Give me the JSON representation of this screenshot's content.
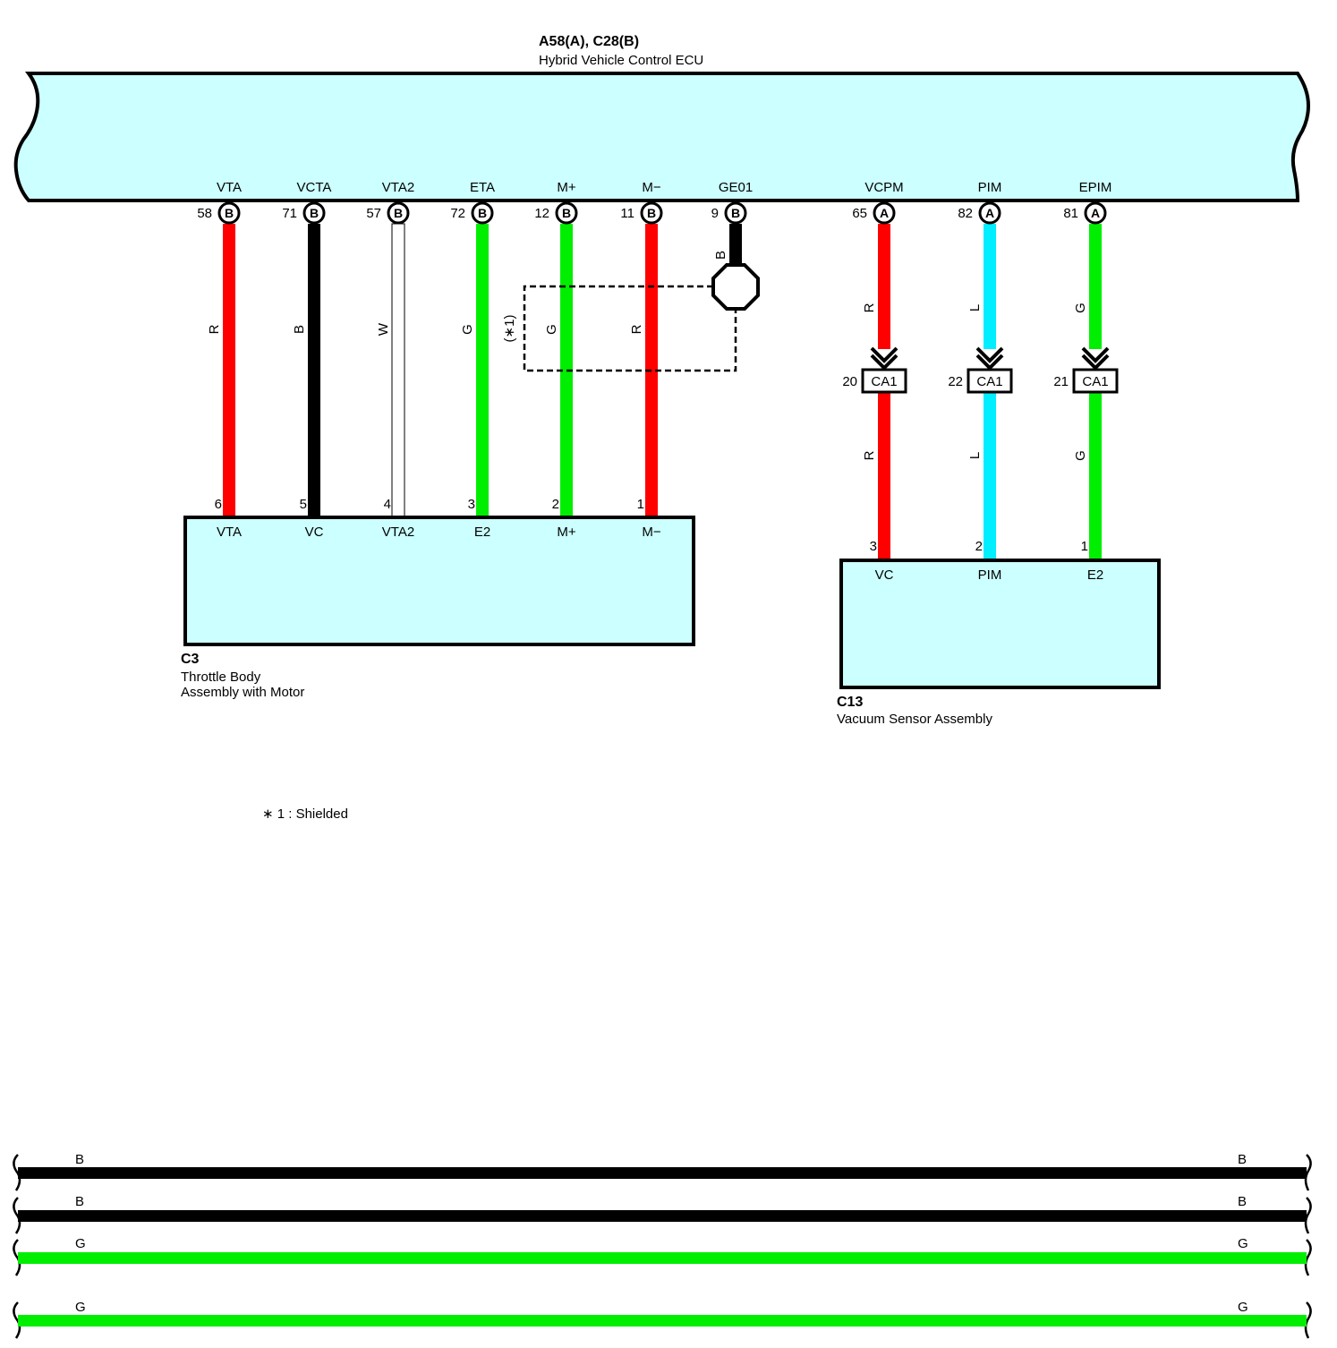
{
  "ecu": {
    "connector": "A58(A), C28(B)",
    "name": "Hybrid Vehicle Control ECU",
    "terminals": [
      {
        "name": "VTA",
        "pin": "58",
        "conn": "B",
        "wire": "R"
      },
      {
        "name": "VCTA",
        "pin": "71",
        "conn": "B",
        "wire": "B"
      },
      {
        "name": "VTA2",
        "pin": "57",
        "conn": "B",
        "wire": "W"
      },
      {
        "name": "ETA",
        "pin": "72",
        "conn": "B",
        "wire": "G"
      },
      {
        "name": "M+",
        "pin": "12",
        "conn": "B",
        "wire": "G"
      },
      {
        "name": "M−",
        "pin": "11",
        "conn": "B",
        "wire": "R"
      },
      {
        "name": "GE01",
        "pin": "9",
        "conn": "B",
        "wire": "B"
      },
      {
        "name": "VCPM",
        "pin": "65",
        "conn": "A",
        "wire": "R"
      },
      {
        "name": "PIM",
        "pin": "82",
        "conn": "A",
        "wire": "L"
      },
      {
        "name": "EPIM",
        "pin": "81",
        "conn": "A",
        "wire": "G"
      }
    ]
  },
  "shield_label": "(∗1)",
  "throttle": {
    "connector": "C3",
    "name_line1": "Throttle Body",
    "name_line2": "Assembly with Motor",
    "terminals": [
      {
        "name": "VTA",
        "pin": "6"
      },
      {
        "name": "VC",
        "pin": "5"
      },
      {
        "name": "VTA2",
        "pin": "4"
      },
      {
        "name": "E2",
        "pin": "3"
      },
      {
        "name": "M+",
        "pin": "2"
      },
      {
        "name": "M−",
        "pin": "1"
      }
    ]
  },
  "junction": {
    "connector_label": "CA1",
    "pins": [
      {
        "pin": "20",
        "wire_below": "R"
      },
      {
        "pin": "22",
        "wire_below": "L"
      },
      {
        "pin": "21",
        "wire_below": "G"
      }
    ]
  },
  "vacuum": {
    "connector": "C13",
    "name": "Vacuum Sensor Assembly",
    "terminals": [
      {
        "name": "VC",
        "pin": "3"
      },
      {
        "name": "PIM",
        "pin": "2"
      },
      {
        "name": "E2",
        "pin": "1"
      }
    ]
  },
  "footnote": "∗ 1 : Shielded",
  "bus_lines": [
    {
      "left": "B",
      "right": "B",
      "color": "#000000"
    },
    {
      "left": "B",
      "right": "B",
      "color": "#000000"
    },
    {
      "left": "G",
      "right": "G",
      "color": "#00ee00"
    },
    {
      "left": "G",
      "right": "G",
      "color": "#00ee00"
    }
  ],
  "colors": {
    "component_fill": "#ccffff",
    "red": "#ff0000",
    "black": "#000000",
    "white": "#ffffff",
    "green": "#00ee00",
    "blue": "#00eeff"
  }
}
